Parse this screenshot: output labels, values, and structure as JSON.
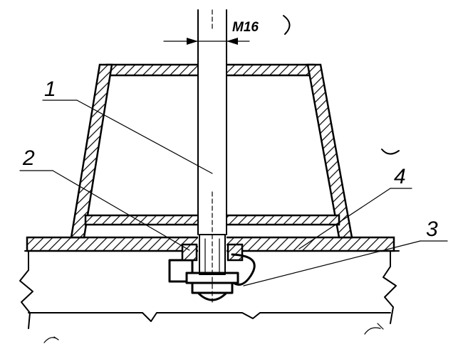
{
  "drawing": {
    "labels": {
      "dimension": "M16",
      "part1": "1",
      "part2": "2",
      "part3": "3",
      "part4": "4"
    },
    "colors": {
      "ink": "#000000",
      "paper": "#ffffff"
    }
  }
}
